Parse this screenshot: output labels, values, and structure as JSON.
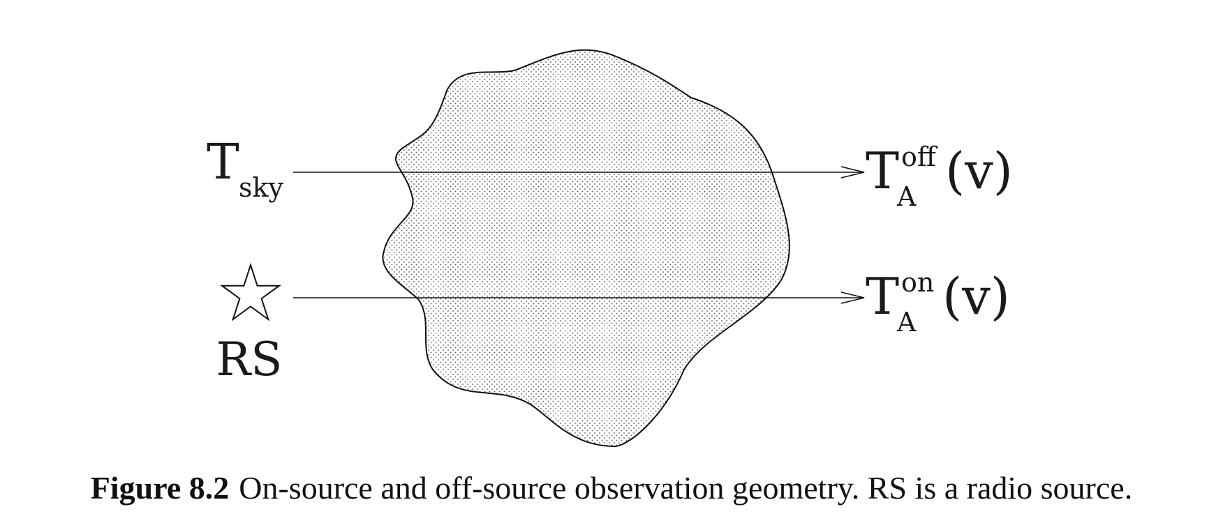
{
  "diagram": {
    "sky_label": {
      "main": "T",
      "sub": "sky"
    },
    "source_label": "RS",
    "off_output": {
      "main": "T",
      "sup": "off",
      "sub": "A",
      "arg": "(v)"
    },
    "on_output": {
      "main": "T",
      "sup": "on",
      "sub": "A",
      "arg": "(v)"
    }
  },
  "caption": {
    "number": "Figure 8.2",
    "text": "On-source and off-source observation geometry. RS is a radio source."
  }
}
